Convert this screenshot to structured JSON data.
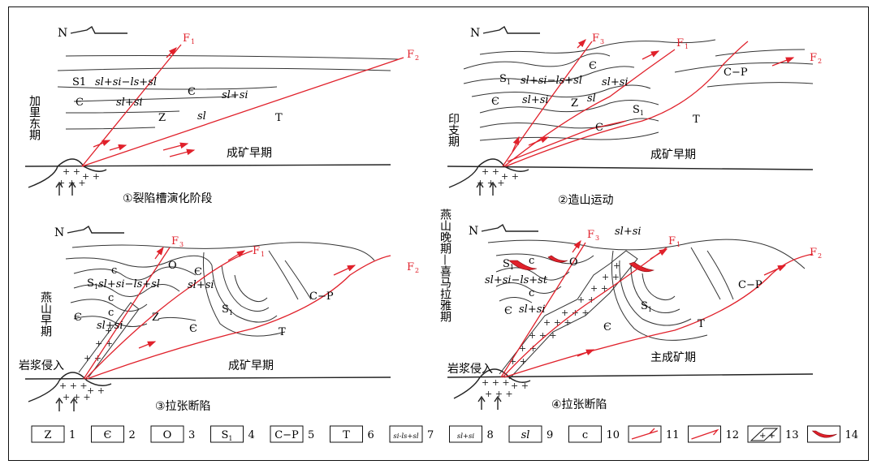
{
  "symbols": {
    "north": "N",
    "rock_major": "sl+si",
    "rock_minor": "si-ls+sl"
  },
  "faults": {
    "f1": "F",
    "f2": "F",
    "f3": "F",
    "s1": "1",
    "s2": "2",
    "s3": "3"
  },
  "strata": {
    "S1": "S",
    "S1sub": "1",
    "S1plain": "S1",
    "Z": "Z",
    "Cam": "Є",
    "T": "T",
    "O": "O",
    "CP": "C−P",
    "c": "c",
    "sl_si_ls_sl": "sl+si−ls+sl",
    "sl_si": "sl+si",
    "sl": "sl",
    "sl_si_ls_st": "sl+si−ls+st"
  },
  "panel1": {
    "period_label": "加里东期",
    "stage": "成矿早期",
    "caption": "①裂陷槽演化阶段"
  },
  "panel2": {
    "period_label": "印支期",
    "stage": "成矿早期",
    "caption": "②造山运动"
  },
  "panel3": {
    "period_label": "燕山早期",
    "intrusion": "岩浆侵入",
    "stage": "成矿早期",
    "caption": "③拉张断陷"
  },
  "panel4": {
    "period_label": "燕山晚期—喜马拉雅期",
    "intrusion": "岩浆侵入",
    "stage": "主成矿期",
    "caption": "④拉张断陷"
  },
  "legend": [
    {
      "symbol": "Z",
      "num": "1"
    },
    {
      "symbol": "Є",
      "num": "2"
    },
    {
      "symbol": "O",
      "num": "3"
    },
    {
      "symbol": "S",
      "sub": "1",
      "num": "4"
    },
    {
      "symbol": "C−P",
      "num": "5"
    },
    {
      "symbol": "T",
      "num": "6"
    },
    {
      "symbol": "si-ls+sl",
      "num": "7"
    },
    {
      "symbol": "sl+si",
      "num": "8"
    },
    {
      "symbol": "sl",
      "num": "9"
    },
    {
      "symbol": "c",
      "num": "10"
    },
    {
      "num": "11",
      "icon": "thrust-fault-icon"
    },
    {
      "num": "12",
      "icon": "normal-fault-icon"
    },
    {
      "num": "13",
      "icon": "intrusion-icon"
    },
    {
      "num": "14",
      "icon": "orebody-icon"
    }
  ],
  "colors": {
    "fault": "#e0212b",
    "ore": "#e0212b",
    "line": "#333333"
  }
}
